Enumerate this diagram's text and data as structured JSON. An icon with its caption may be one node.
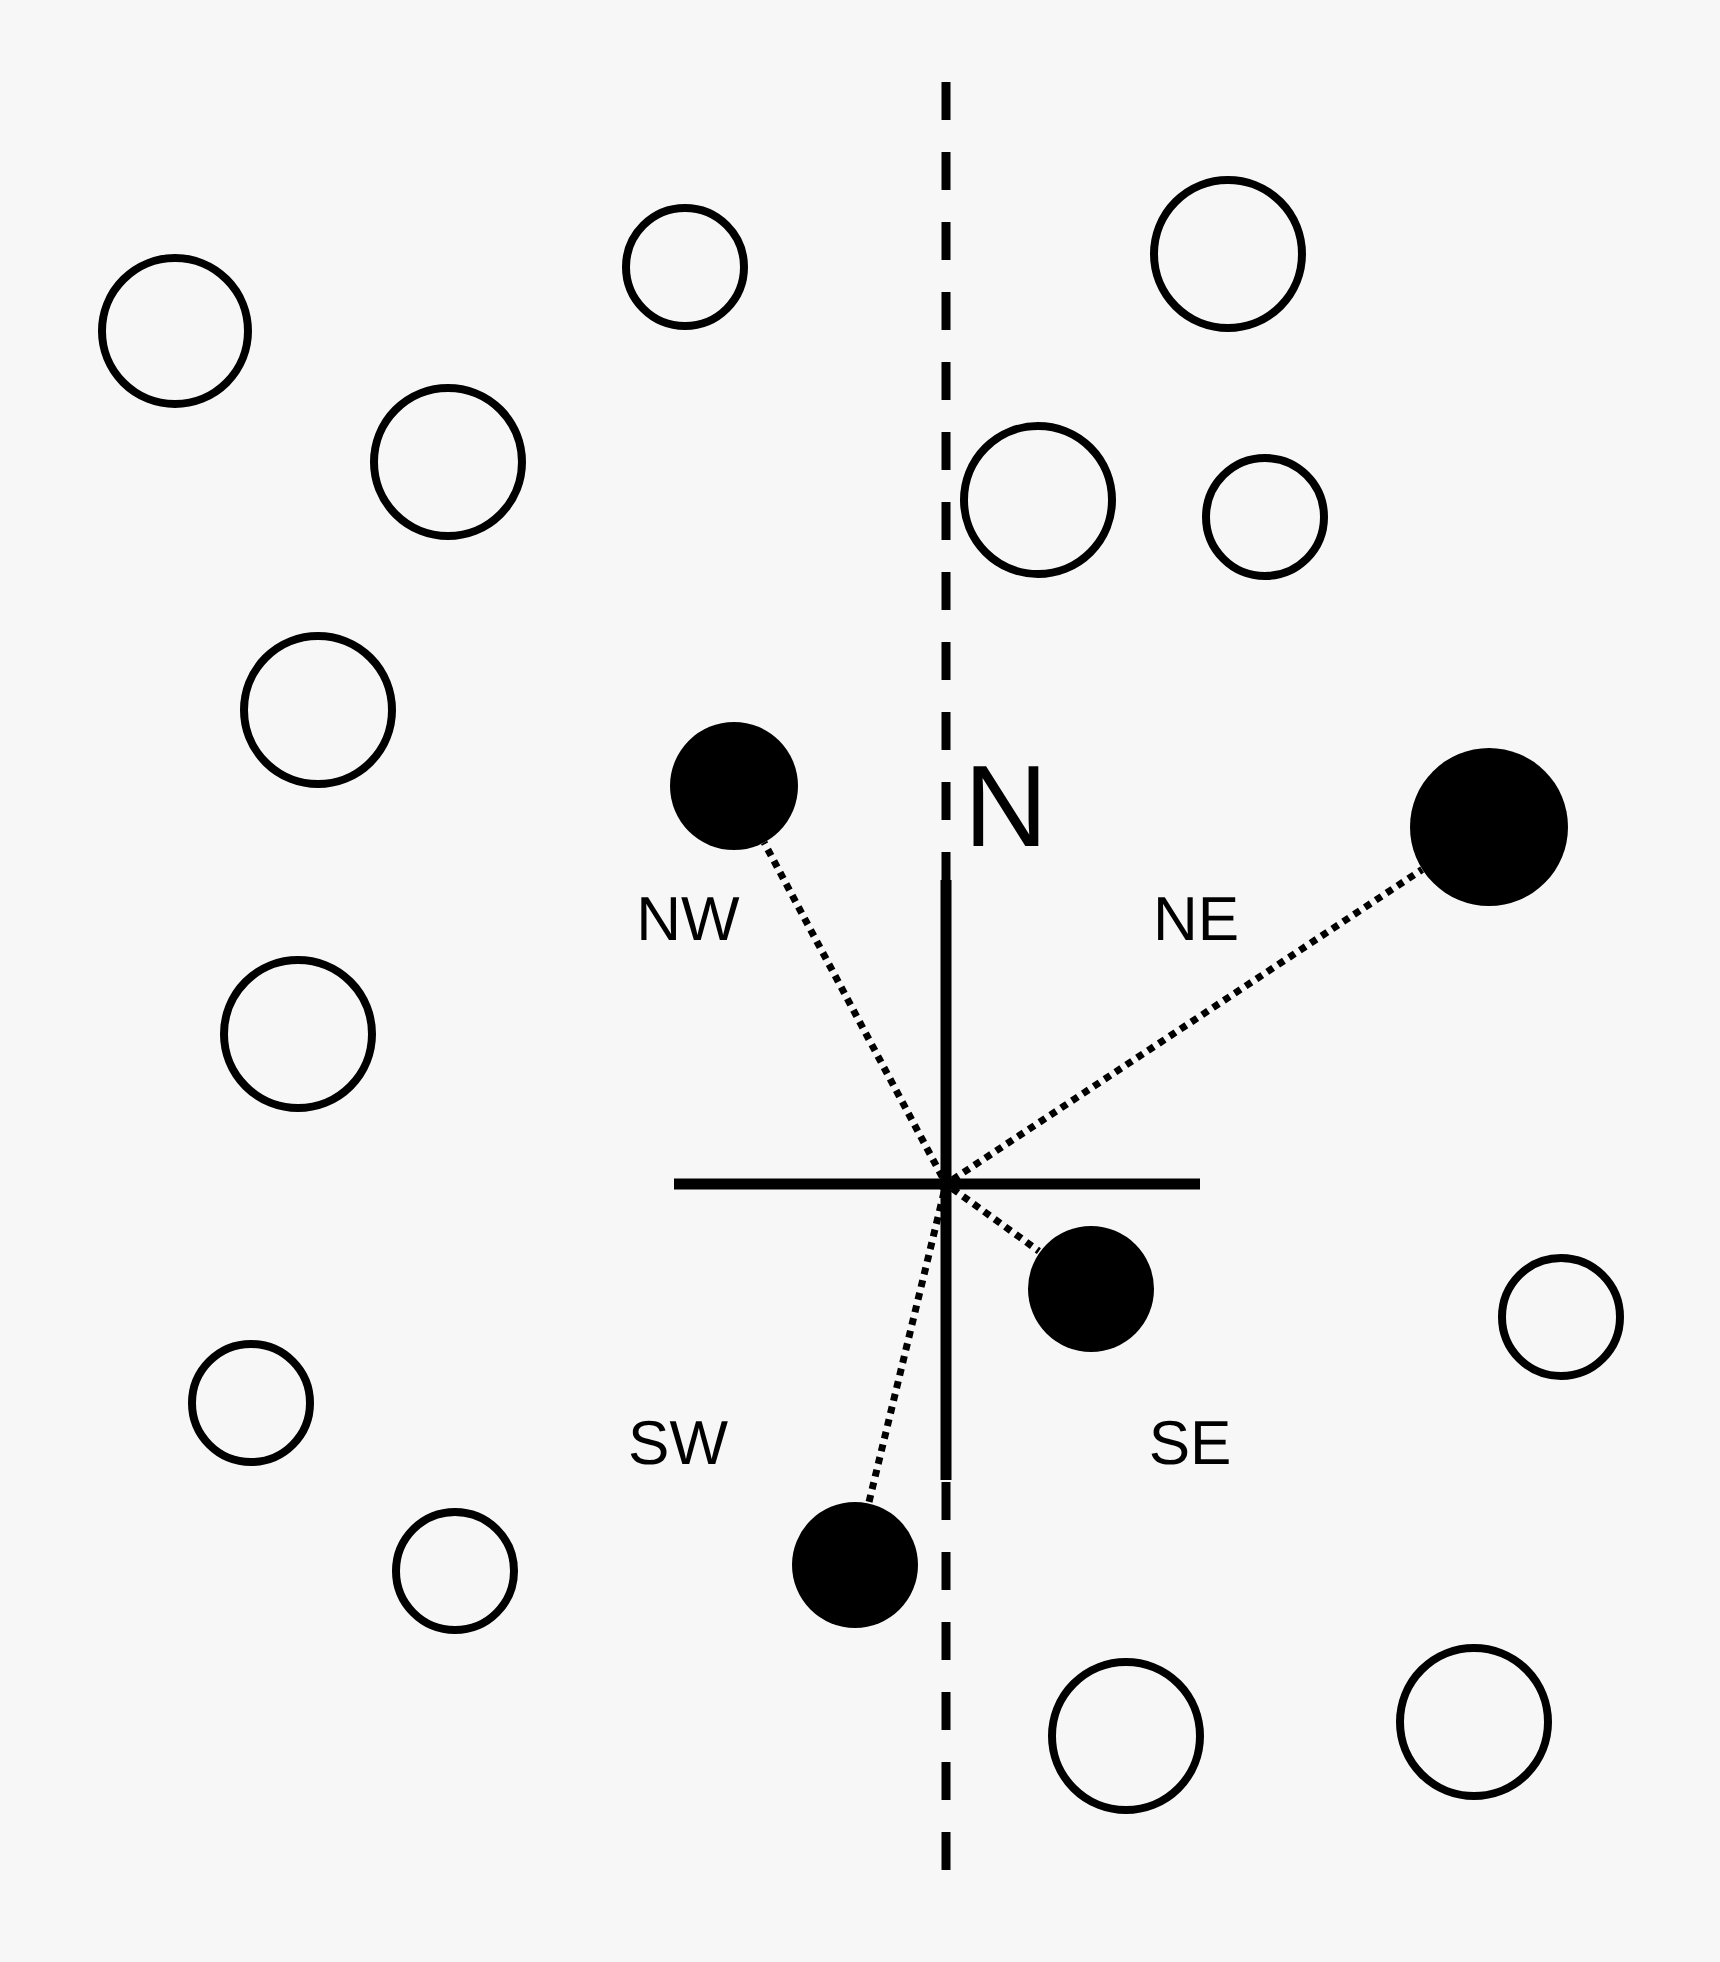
{
  "diagram": {
    "nodes": [
      {
        "text": [],
        "shape": "circle"
      },
      {
        "text": [],
        "shape": "circle"
      },
      {
        "text": [],
        "shape": "circle"
      },
      {
        "text": [],
        "shape": "circle"
      },
      {
        "text": [],
        "shape": "circle"
      },
      {
        "text": [],
        "shape": "circle"
      },
      {
        "text": [],
        "shape": "circle"
      },
      {
        "text": [],
        "shape": "disc"
      },
      {
        "text": [],
        "shape": "disc"
      },
      {
        "text": [],
        "shape": "circle"
      },
      {
        "text": [],
        "shape": "point"
      },
      {
        "text": [],
        "shape": "disc"
      },
      {
        "text": [],
        "shape": "circle"
      },
      {
        "text": [],
        "shape": "circle"
      },
      {
        "text": [],
        "shape": "disc"
      },
      {
        "text": [],
        "shape": "circle"
      },
      {
        "text": [],
        "shape": "circle"
      },
      {
        "text": [],
        "shape": "circle"
      }
    ],
    "edges": [
      {
        "from": 10,
        "to": 7,
        "arrow": "none"
      },
      {
        "from": 10,
        "to": 8,
        "arrow": "none"
      },
      {
        "from": 10,
        "to": 11,
        "arrow": "none"
      },
      {
        "from": 10,
        "to": 14,
        "arrow": "none"
      }
    ],
    "labels": [
      "N",
      "NW",
      "NE",
      "SW",
      "SE"
    ]
  }
}
